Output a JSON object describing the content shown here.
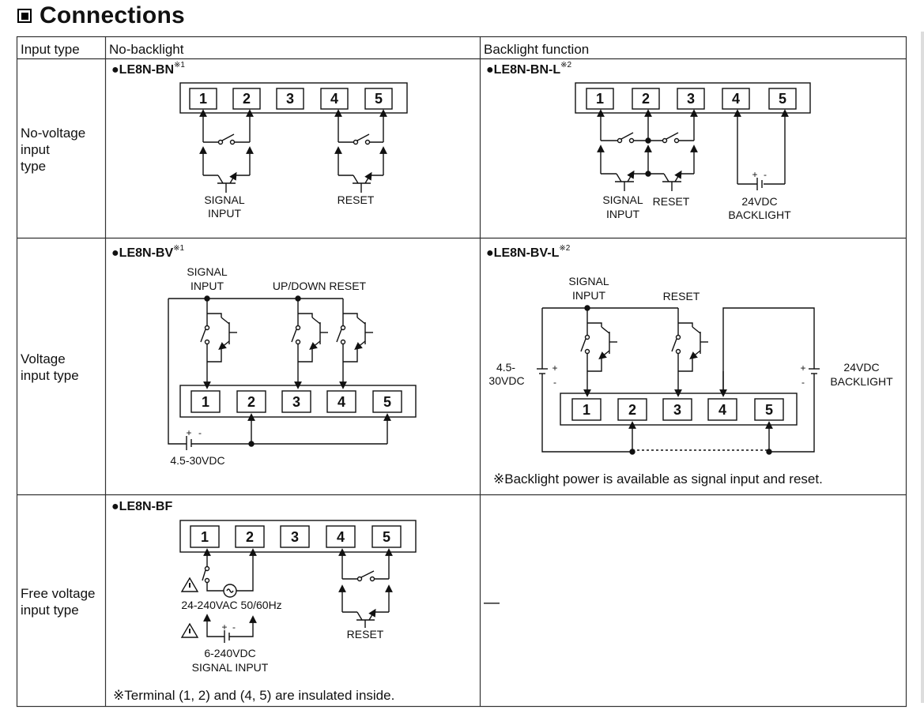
{
  "heading": "Connections",
  "columns": {
    "input_type": "Input type",
    "no_backlight": "No-backlight",
    "backlight": "Backlight function"
  },
  "rows": [
    {
      "label_lines": [
        "No-voltage",
        "input",
        "type"
      ]
    },
    {
      "label_lines": [
        "Voltage",
        "input type"
      ]
    },
    {
      "label_lines": [
        "Free voltage",
        "input type"
      ]
    }
  ],
  "models": {
    "bn": {
      "name": "●LE8N-BN",
      "mark": "※1"
    },
    "bnl": {
      "name": "●LE8N-BN-L",
      "mark": "※2"
    },
    "bv": {
      "name": "●LE8N-BV",
      "mark": "※1"
    },
    "bvl": {
      "name": "●LE8N-BV-L",
      "mark": "※2"
    },
    "bf": {
      "name": "●LE8N-BF",
      "mark": ""
    }
  },
  "terminals": [
    "1",
    "2",
    "3",
    "4",
    "5"
  ],
  "labels": {
    "signal": "SIGNAL",
    "input": "INPUT",
    "reset": "RESET",
    "updown_reset": "UP/DOWN RESET",
    "v24": "24VDC",
    "backlight": "BACKLIGHT",
    "v4530": "4.5-30VDC",
    "v45": "4.5-",
    "v30": "30VDC",
    "vac": "24-240VAC 50/60Hz",
    "vdc": "6-240VDC",
    "signal_input": "SIGNAL INPUT",
    "plus": "+",
    "minus": "-"
  },
  "notes": {
    "backlight_power": "※Backlight power is available as signal input and reset.",
    "insulated": "※Terminal (1, 2) and (4, 5) are insulated inside.",
    "dash": "—"
  }
}
